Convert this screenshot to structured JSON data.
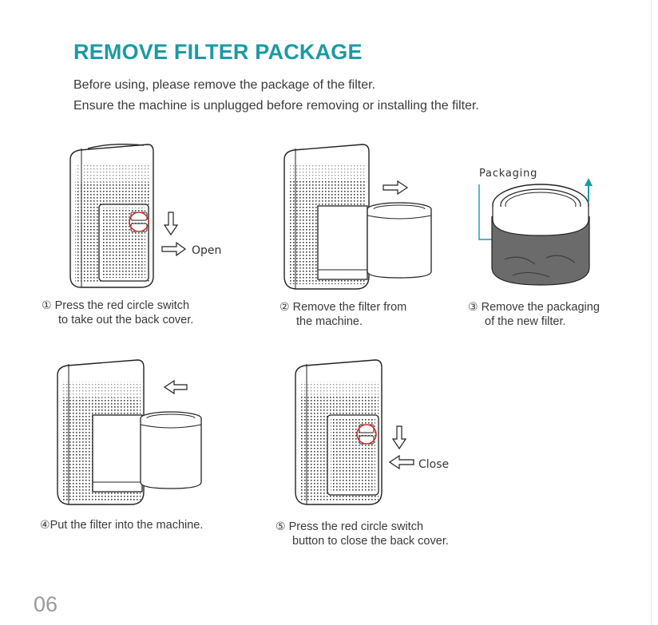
{
  "title": "REMOVE FILTER PACKAGE",
  "intro": [
    "Before using, please remove the package of the filter.",
    "Ensure the machine is unplugged before removing or installing the filter."
  ],
  "labels": {
    "open": "Open",
    "close": "Close",
    "packaging": "Packaging"
  },
  "steps": [
    {
      "num": "①",
      "line1": " Press the red circle switch",
      "line2": "to take out the back cover."
    },
    {
      "num": "②",
      "line1": " Remove the filter from",
      "line2": "the machine."
    },
    {
      "num": "③",
      "line1": " Remove the packaging",
      "line2": "of the new filter."
    },
    {
      "num": "④",
      "line1": "Put the filter into the machine.",
      "line2": ""
    },
    {
      "num": "⑤",
      "line1": " Press the red circle switch",
      "line2": "button to close the back cover."
    }
  ],
  "page_number": "06",
  "colors": {
    "title": "#1c9aa3",
    "switch_circle": "#d2322a",
    "arrow_teal": "#1c9aa3",
    "packaging_bag": "#6b6b6b"
  }
}
